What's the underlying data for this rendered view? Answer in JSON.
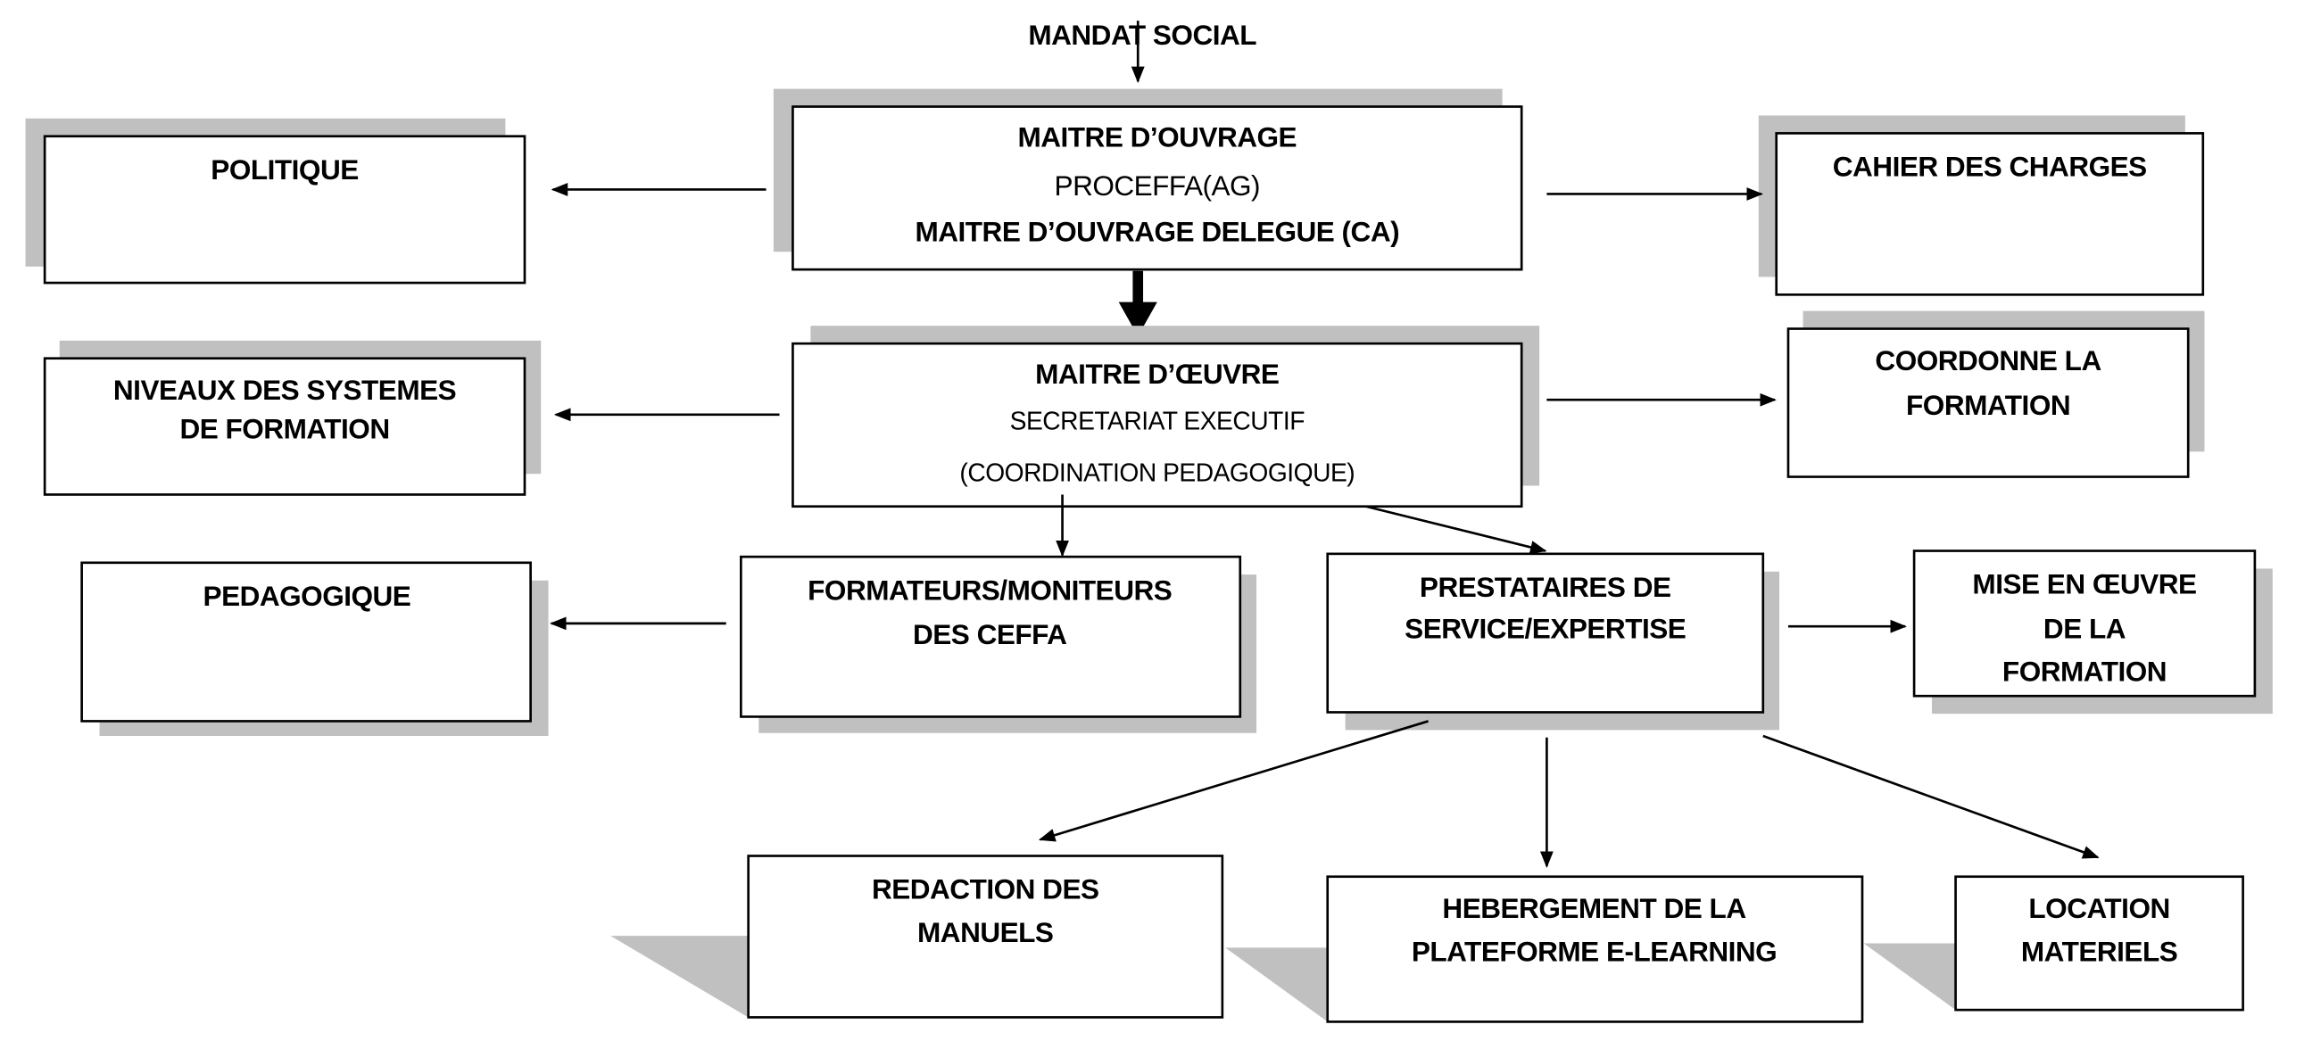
{
  "diagram": {
    "top_label": "MANDAT SOCIAL",
    "nodes": {
      "maitre_ouvrage": [
        "MAITRE D’OUVRAGE",
        "PROCEFFA(AG)",
        "MAITRE D’OUVRAGE DELEGUE (CA)"
      ],
      "politique": [
        "POLITIQUE"
      ],
      "cahier_charges": [
        "CAHIER DES CHARGES"
      ],
      "maitre_oeuvre": [
        "MAITRE D’ŒUVRE",
        "SECRETARIAT EXECUTIF",
        "(COORDINATION PEDAGOGIQUE)"
      ],
      "niveaux": [
        "NIVEAUX DES SYSTEMES",
        "DE FORMATION"
      ],
      "coordonne": [
        "COORDONNE LA",
        "FORMATION"
      ],
      "pedagogique": [
        "PEDAGOGIQUE"
      ],
      "formateurs": [
        "FORMATEURS/MONITEURS",
        "DES CEFFA"
      ],
      "prestataires": [
        "PRESTATAIRES DE",
        "SERVICE/EXPERTISE"
      ],
      "mise_en_oeuvre": [
        "MISE EN ŒUVRE",
        "DE LA",
        "FORMATION"
      ],
      "redaction": [
        "REDACTION DES",
        "MANUELS"
      ],
      "hebergement": [
        "HEBERGEMENT DE LA",
        "PLATEFORME E-LEARNING"
      ],
      "location": [
        "LOCATION",
        "MATERIELS"
      ]
    },
    "colors": {
      "shadow": "#c0c0c0",
      "stroke": "#000000",
      "fill": "#ffffff"
    }
  }
}
